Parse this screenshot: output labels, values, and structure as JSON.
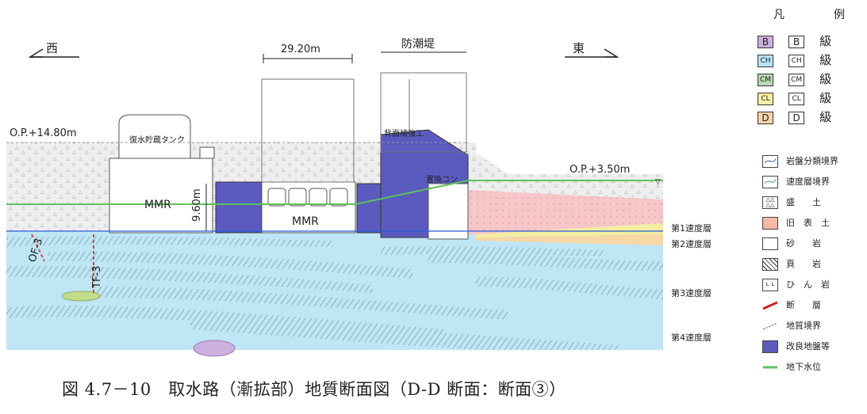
{
  "direction": {
    "west": "西",
    "east": "東"
  },
  "elevations": {
    "left": "O.P.+14.80m",
    "right": "O.P.+3.50m"
  },
  "structures": {
    "width_dim": "29.20m",
    "height_dim": "9.60m",
    "seawall": "防潮堤",
    "tank": "復水貯蔵タンク",
    "mmr_left": "MMR",
    "mmr_center": "MMR",
    "rear_reinforcement": "背面補強工",
    "replacement_concrete": "置換コン"
  },
  "faults": {
    "of3": "OF-3",
    "tf3": "TF-3"
  },
  "velocity_layers": [
    "第1速度層",
    "第2速度層",
    "第3速度層",
    "第4速度層"
  ],
  "legend": {
    "title_chars": [
      "凡",
      "例"
    ],
    "grades": [
      {
        "box": "B",
        "label": "B",
        "suffix": "級",
        "color": "#cdb0e0"
      },
      {
        "box": "CH",
        "label": "CH",
        "suffix": "級",
        "color": "#b6e4f4"
      },
      {
        "box": "CM",
        "label": "CM",
        "suffix": "級",
        "color": "#b9d8b3"
      },
      {
        "box": "CL",
        "label": "CL",
        "suffix": "級",
        "color": "#f8eea6"
      },
      {
        "box": "D",
        "label": "D",
        "suffix": "級",
        "color": "#f8d4a8"
      }
    ],
    "symbols": [
      {
        "icon": "rock-boundary-icon",
        "label": "岩盤分類境界"
      },
      {
        "icon": "velocity-boundary-icon",
        "label": "速度層境界"
      },
      {
        "icon": "fill-soil-icon",
        "label": "盛　　土"
      },
      {
        "icon": "old-surface-soil-icon",
        "label": "旧　表　土"
      },
      {
        "icon": "sandstone-icon",
        "label": "砂　　岩"
      },
      {
        "icon": "shale-icon",
        "label": "頁　　岩"
      },
      {
        "icon": "diabase-icon",
        "label": "ひ　ん　岩"
      },
      {
        "icon": "fault-icon",
        "label": "断　　層"
      },
      {
        "icon": "geologic-boundary-icon",
        "label": "地質境界"
      },
      {
        "icon": "improved-ground-icon",
        "label": "改良地盤等"
      },
      {
        "icon": "groundwater-icon",
        "label": "地下水位"
      }
    ]
  },
  "caption": "図 4.7－10　取水路（漸拡部）地質断面図（D-D 断面：断面③）",
  "colors": {
    "bedrock": "#bfe6f5",
    "improved": "#5b5bbf",
    "fill": "#efefef",
    "old_soil": "#f6c6c8",
    "groundwater": "#5dc25d"
  }
}
